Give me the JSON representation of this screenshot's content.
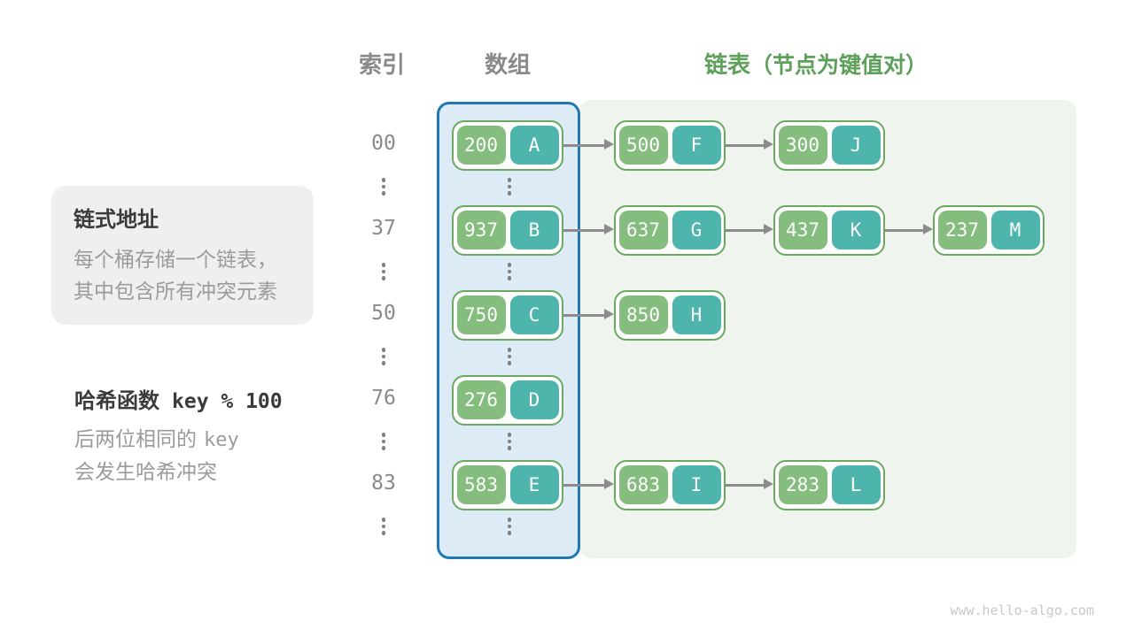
{
  "header": {
    "index_label": "索引",
    "array_label": "数组",
    "list_label": "链表",
    "list_note": "（节点为键值对）"
  },
  "info_box": {
    "title": "链式地址",
    "line1": "每个桶存储一个链表，",
    "line2": "其中包含所有冲突元素"
  },
  "hash_note": {
    "title_text": "哈希函数",
    "title_code": "key % 100",
    "line1_text": "后两位相同的",
    "line1_code": "key",
    "line2_text": "会发生哈希冲突"
  },
  "diagram": {
    "rows": [
      {
        "index": "00",
        "nodes": [
          {
            "key": "200",
            "value": "A"
          },
          {
            "key": "500",
            "value": "F"
          },
          {
            "key": "300",
            "value": "J"
          }
        ]
      },
      {
        "index": "37",
        "nodes": [
          {
            "key": "937",
            "value": "B"
          },
          {
            "key": "637",
            "value": "G"
          },
          {
            "key": "437",
            "value": "K"
          },
          {
            "key": "237",
            "value": "M"
          }
        ]
      },
      {
        "index": "50",
        "nodes": [
          {
            "key": "750",
            "value": "C"
          },
          {
            "key": "850",
            "value": "H"
          }
        ]
      },
      {
        "index": "76",
        "nodes": [
          {
            "key": "276",
            "value": "D"
          }
        ]
      },
      {
        "index": "83",
        "nodes": [
          {
            "key": "583",
            "value": "E"
          },
          {
            "key": "683",
            "value": "I"
          },
          {
            "key": "283",
            "value": "L"
          }
        ]
      }
    ]
  },
  "colors": {
    "key_bg": "#85bd7e",
    "value_bg": "#4db5ab",
    "node_border": "#6aa95f",
    "array_bg": "#dcebf6",
    "array_border": "#1f78b4",
    "list_bg": "#eff5ee",
    "accent_green": "#5da05a",
    "gray_text": "#8a8a8a",
    "arrow": "#8c8c8c"
  },
  "watermark": "www.hello-algo.com"
}
